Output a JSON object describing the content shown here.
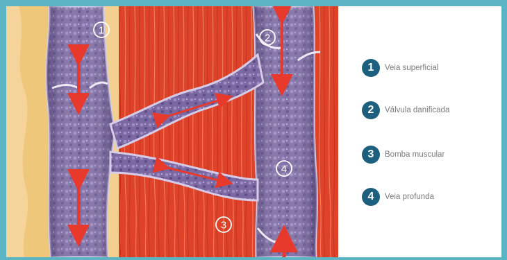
{
  "illustration": {
    "markers": [
      "1",
      "2",
      "3",
      "4"
    ]
  },
  "legend": {
    "items": [
      {
        "number": "1",
        "label": "Veia superficial"
      },
      {
        "number": "2",
        "label": "Válvula danificada"
      },
      {
        "number": "3",
        "label": "Bomba muscular"
      },
      {
        "number": "4",
        "label": "Veia profunda"
      }
    ]
  },
  "colors": {
    "frame": "#5ab4c4",
    "badge": "#1c5f7e",
    "vein": "#6e5c96",
    "muscle": "#e0452c",
    "fat": "#f2cf8e",
    "arrow": "#e83a2c"
  }
}
